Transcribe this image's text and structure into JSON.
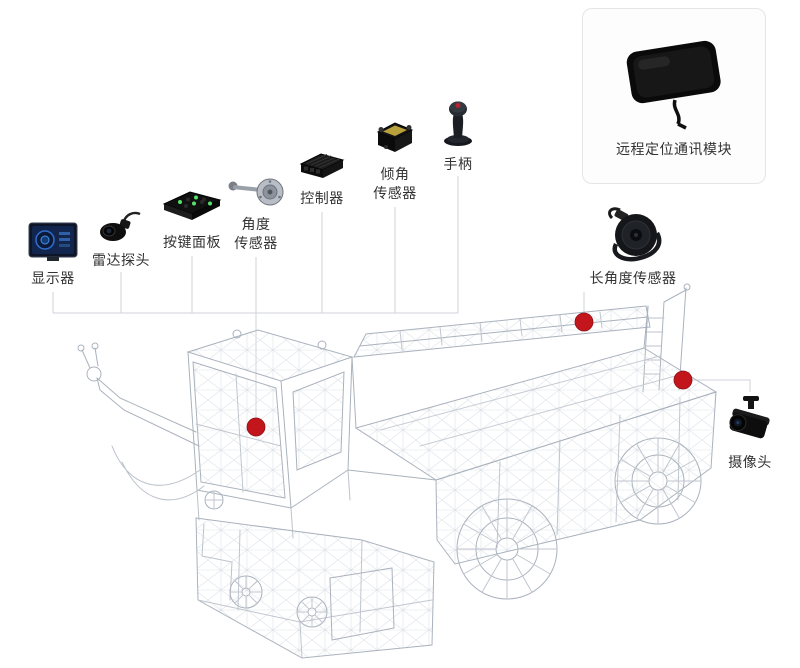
{
  "diagram": {
    "labels": {
      "display": "显示器",
      "radar_probe": "雷达探头",
      "keypad": "按键面板",
      "angle_sensor": "角度\n传感器",
      "controller": "控制器",
      "tilt_sensor": "倾角\n传感器",
      "joystick": "手柄",
      "remote_module": "远程定位通讯模块",
      "long_angle_sensor": "长角度传感器",
      "camera": "摄像头"
    },
    "markers": {
      "count": 3,
      "color": "#c3161c",
      "positions_note": "cab, boom-right, body-right"
    },
    "colors": {
      "marker": "#c3161c",
      "wireframe": "#aab2bd",
      "connector": "#cfd3d9",
      "label_text": "#333333",
      "module_box_border": "#e5e5e5",
      "module_box_bg": "#fdfdfd"
    }
  }
}
